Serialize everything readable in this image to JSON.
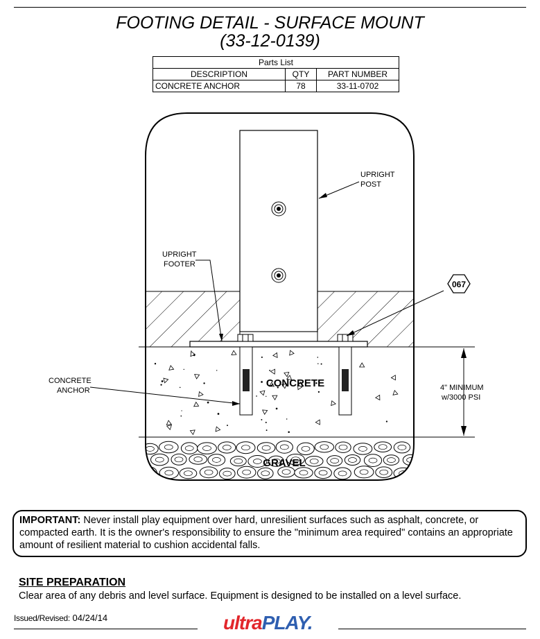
{
  "title": "FOOTING DETAIL - SURFACE MOUNT",
  "subtitle": "(33-12-0139)",
  "parts_list": {
    "caption": "Parts List",
    "headers": [
      "DESCRIPTION",
      "QTY",
      "PART NUMBER"
    ],
    "rows": [
      {
        "description": "CONCRETE ANCHOR",
        "qty": "78",
        "part_number": "33-11-0702"
      }
    ]
  },
  "labels": {
    "upright_post_1": "UPRIGHT",
    "upright_post_2": "POST",
    "upright_footer_1": "UPRIGHT",
    "upright_footer_2": "FOOTER",
    "hex_tag": "067",
    "concrete_anchor_1": "CONCRETE",
    "concrete_anchor_2": "ANCHOR",
    "concrete": "CONCRETE",
    "gravel": "GRAVEL",
    "minimum_1": "4\" MINIMUM",
    "minimum_2": "w/3000 PSI"
  },
  "important": {
    "lead": "IMPORTANT:",
    "text": " Never install play equipment over hard, unresilient surfaces such as asphalt, concrete, or compacted earth. It is the owner's responsibility to ensure the \"minimum area required\" contains an appropriate amount of resilient material to cushion accidental falls."
  },
  "site_preparation": {
    "heading": "SITE PREPARATION",
    "text": "Clear area of any debris and level surface. Equipment is designed to be installed on a level surface."
  },
  "issued": {
    "label": "Issued/Revised:",
    "date": "04/24/14"
  },
  "logo": {
    "part1": "ultra",
    "part2": "PLAY",
    "mark": "."
  },
  "colors": {
    "logo_red": "#e2262b",
    "logo_blue": "#2f5fb0"
  }
}
